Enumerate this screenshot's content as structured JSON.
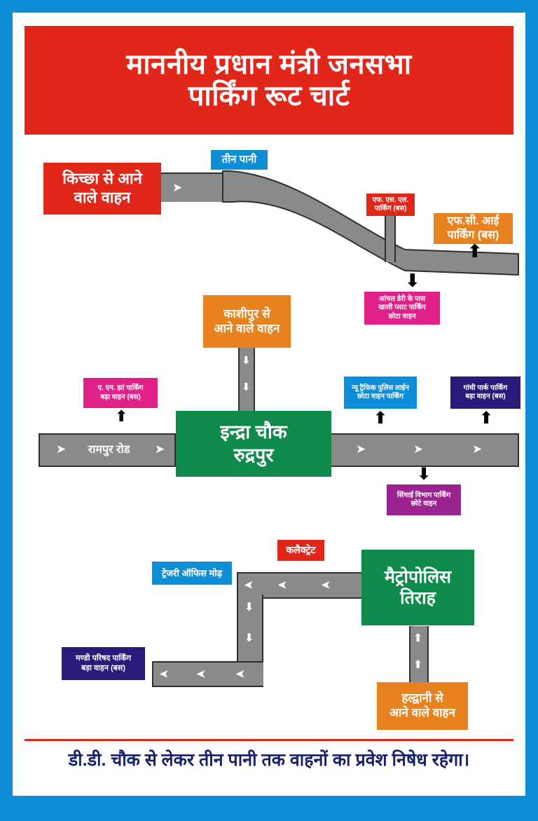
{
  "poster": {
    "frame_color": "#0e8ed6",
    "background": "#ffffff",
    "title": {
      "line1": "माननीय प्रधान मंत्री जनसभा",
      "line2": "पार्किंग रूट चार्ट",
      "bg_color": "#e0271a",
      "text_color": "#ffffff"
    },
    "footer": {
      "text": "डी.डी. चौक से लेकर तीन पानी तक वाहनों का प्रवेश निषेध रहेगा।",
      "rule_color": "#e0271a",
      "text_color": "#17216b"
    }
  },
  "sections": {
    "top": {
      "origin": {
        "line1": "किच्छा से आने",
        "line2": "वाले वाहन",
        "color": "#e0271a"
      },
      "teen_pani": {
        "label": "तीन पानी",
        "color": "#0e8ed6"
      },
      "fsl_parking": {
        "line1": "एफ. एस. एल.",
        "line2": "पार्किंग (बस)",
        "color": "#e0271a"
      },
      "fci_parking": {
        "line1": "एफ.सी. आई",
        "line2": "पार्किंग (बस)",
        "color": "#e8821e"
      },
      "anchal_dairy": {
        "line1": "आंचल डेरी के पास",
        "line2": "खाली प्लाट पार्किंग",
        "line3": "छोटा वाहन",
        "color": "#e0218a"
      }
    },
    "middle": {
      "kashipur": {
        "line1": "काशीपुर से",
        "line2": "आने वाले वाहन",
        "color": "#e8821e"
      },
      "indra_chowk": {
        "line1": "इन्द्रा चौक",
        "line2": "रुद्रपुर",
        "color": "#0e8a4a"
      },
      "rampur_road": {
        "label": "रामपुर रोड",
        "road_color": "#8a8a8a"
      },
      "an_jha_parking": {
        "line1": "ए. एन. झां पार्किंग",
        "line2": "बड़ा वाहन (बस)",
        "color": "#e0218a"
      },
      "new_traffic_police": {
        "line1": "न्यू ट्रैफिक पुलिस लाईन",
        "line2": "छोटा वाहन पार्किंग",
        "color": "#0e8ed6"
      },
      "gandhi_park": {
        "line1": "गांधी पार्क पार्किंग",
        "line2": "बड़ा वाहन (बस)",
        "color": "#2a1a7a"
      },
      "sinchai_vibhag": {
        "line1": "सिंचाई विभाग पार्किंग",
        "line2": "छोटे वाहन",
        "color": "#9b2490"
      }
    },
    "bottom": {
      "collectorate": {
        "label": "कलैक्ट्रेट",
        "color": "#e0271a"
      },
      "treasury": {
        "label": "ट्रेजरी ऑफिस मोढ़",
        "color": "#0e8ed6"
      },
      "metropolis": {
        "line1": "मैट्रोपोलिस",
        "line2": "तिराह",
        "color": "#0e8a4a"
      },
      "mandi_parishad": {
        "line1": "मण्डी परिषद पार्किंग",
        "line2": "बड़ा वाहन (बस)",
        "color": "#2a1a7a"
      },
      "haldwani": {
        "line1": "हल्द्वानी से",
        "line2": "आने वाले वाहन",
        "color": "#e8821e"
      }
    }
  },
  "icons": {
    "arrow_right": "➤",
    "arrow_left": "➤",
    "arrow_up": "↑",
    "arrow_down": "↓"
  }
}
